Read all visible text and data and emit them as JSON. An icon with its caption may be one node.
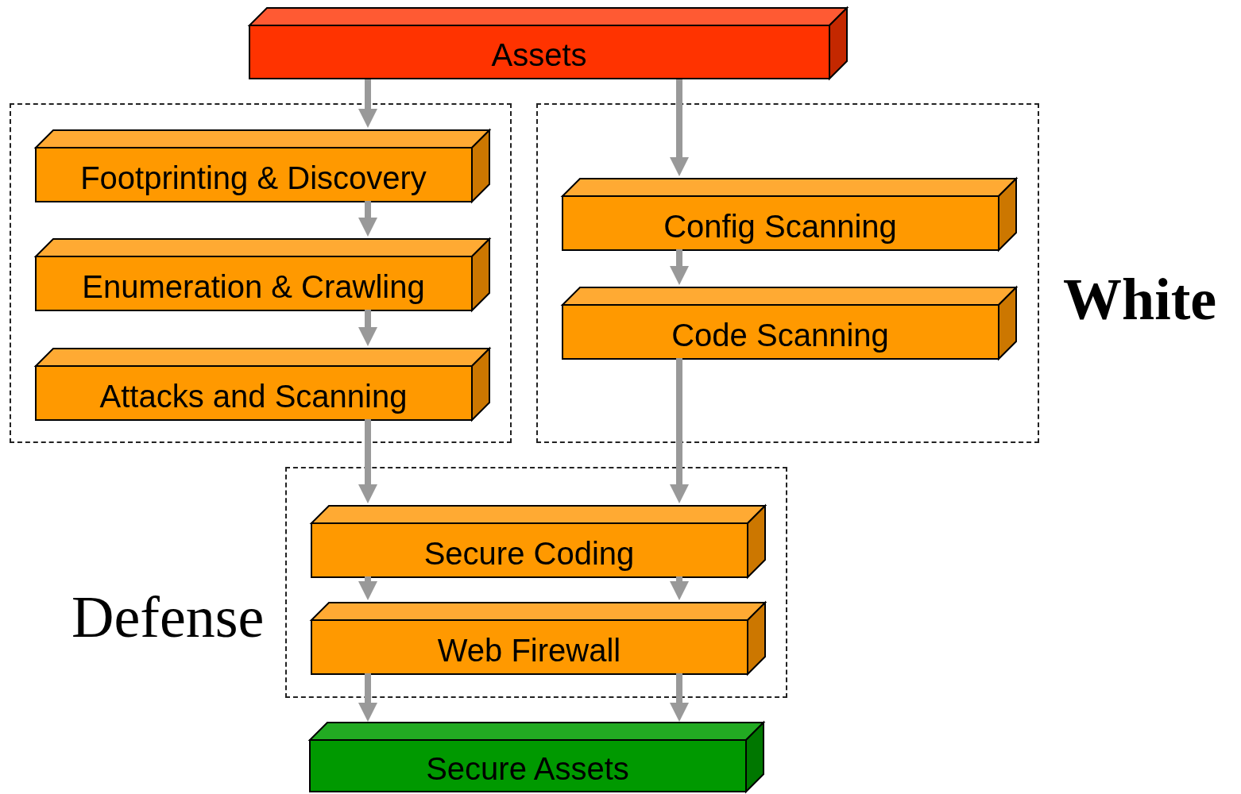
{
  "diagram": {
    "nodes": [
      {
        "text": [
          "Assets"
        ]
      },
      {
        "text": [],
        "shape": "box"
      },
      {
        "text": [
          "Footprinting & Discovery"
        ],
        "in": 1
      },
      {
        "text": [
          "Enumeration & Crawling"
        ],
        "in": 1
      },
      {
        "text": [
          "Attacks and Scanning"
        ],
        "in": 1
      },
      {
        "text": [],
        "shape": "box",
        "beside": [
          "White"
        ]
      },
      {
        "text": [
          "Config Scanning"
        ],
        "in": 5
      },
      {
        "text": [
          "Code Scanning"
        ],
        "in": 5
      },
      {
        "text": [],
        "shape": "box",
        "beside": [
          "Defense"
        ]
      },
      {
        "text": [
          "Secure Coding"
        ],
        "in": 8
      },
      {
        "text": [
          "Web Firewall"
        ],
        "in": 8
      },
      {
        "text": [
          "Secure Assets"
        ]
      }
    ],
    "edges": [
      {
        "from": 0,
        "to": 2,
        "arrow": "to"
      },
      {
        "from": 2,
        "to": 3,
        "arrow": "to"
      },
      {
        "from": 3,
        "to": 4,
        "arrow": "to"
      },
      {
        "from": 0,
        "to": 6,
        "arrow": "to"
      },
      {
        "from": 6,
        "to": 7,
        "arrow": "to"
      },
      {
        "from": 4,
        "to": 9,
        "arrow": "to"
      },
      {
        "from": 7,
        "to": 9,
        "arrow": "to"
      },
      {
        "from": 9,
        "to": 10,
        "arrow": "to"
      },
      {
        "from": 9,
        "to": 10,
        "arrow": "to"
      },
      {
        "from": 10,
        "to": 11,
        "arrow": "to"
      },
      {
        "from": 10,
        "to": 11,
        "arrow": "to"
      }
    ]
  }
}
